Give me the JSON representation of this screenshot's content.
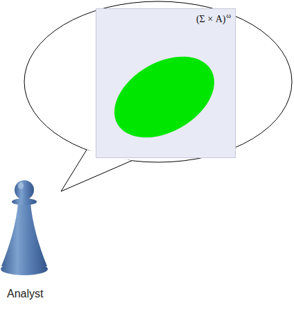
{
  "diagram": {
    "nodes": [
      {
        "text": [
          "(Σ × A)",
          "ω"
        ]
      }
    ],
    "labels": [
      "Analyst"
    ]
  }
}
